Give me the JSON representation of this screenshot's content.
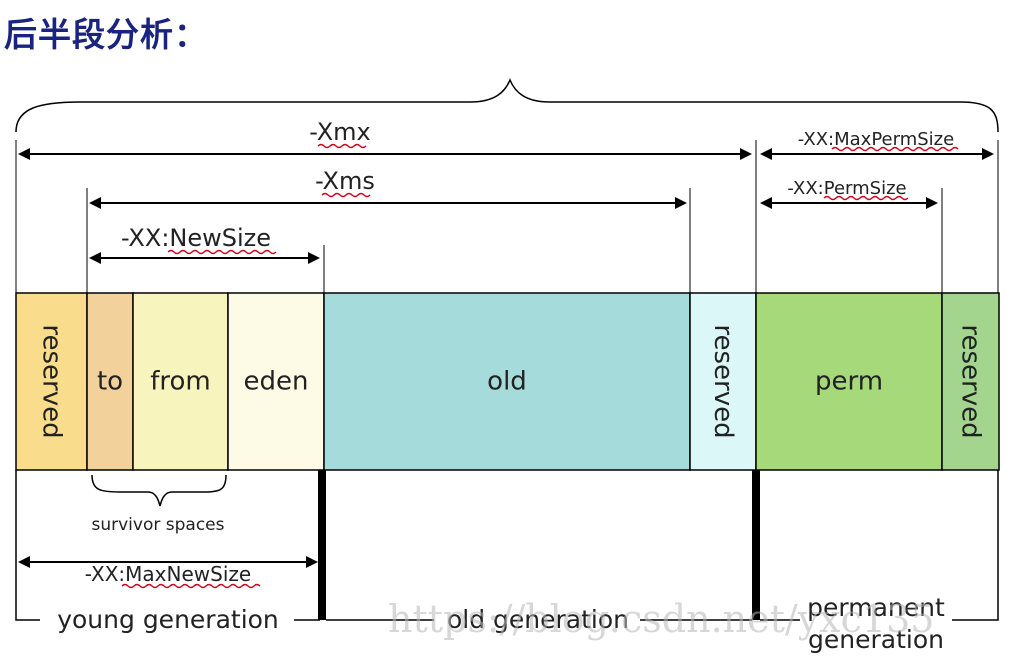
{
  "heading": "后半段分析：",
  "labels": {
    "xmx": "-Xmx",
    "xms": "-Xms",
    "newsize": "-XX:NewSize",
    "maxpermsize": "-XX:MaxPermSize",
    "permsize": "-XX:PermSize",
    "survivor": "survivor spaces",
    "maxnewsize": "-XX:MaxNewSize",
    "young_gen": "young generation",
    "old_gen": "old generation",
    "perm_gen_1": "permanent",
    "perm_gen_2": "generation",
    "watermark": "https://blog.csdn.net/yxc135"
  },
  "segments": [
    {
      "key": "reserved1",
      "label": "reserved",
      "color": "#f9dc8c",
      "vertical": true
    },
    {
      "key": "to",
      "label": "to",
      "color": "#f2d19b",
      "vertical": false
    },
    {
      "key": "from",
      "label": "from",
      "color": "#f8f4bd",
      "vertical": false
    },
    {
      "key": "eden",
      "label": "eden",
      "color": "#fdfbe6",
      "vertical": false
    },
    {
      "key": "old",
      "label": "old",
      "color": "#a5dbdb",
      "vertical": false
    },
    {
      "key": "reserved2",
      "label": "reserved",
      "color": "#dcf7f7",
      "vertical": true
    },
    {
      "key": "perm",
      "label": "perm",
      "color": "#a6d979",
      "vertical": false
    },
    {
      "key": "reserved3",
      "label": "reserved",
      "color": "#a3d58f",
      "vertical": true
    }
  ]
}
